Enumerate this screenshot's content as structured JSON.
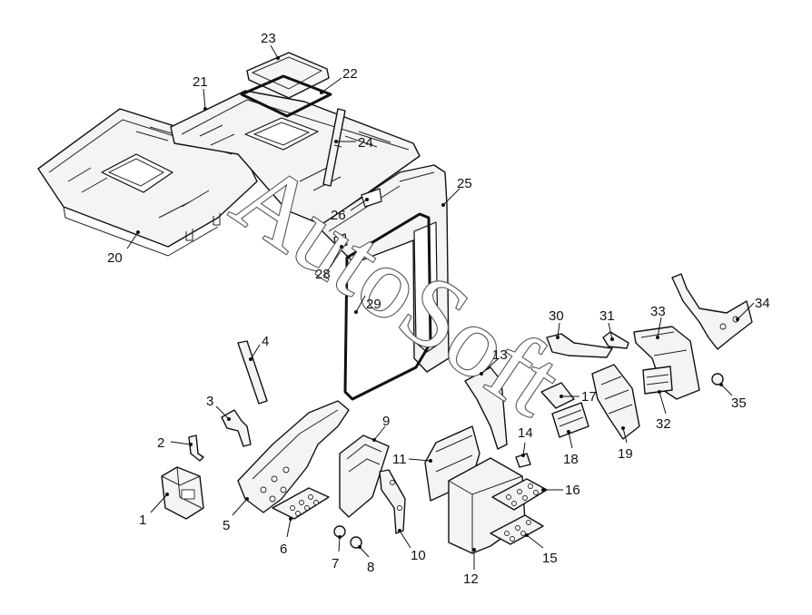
{
  "watermark": "AutoSoft",
  "callouts": [
    "1",
    "2",
    "3",
    "4",
    "5",
    "6",
    "7",
    "8",
    "9",
    "10",
    "11",
    "12",
    "13",
    "14",
    "15",
    "16",
    "17",
    "18",
    "19",
    "20",
    "21",
    "22",
    "23",
    "24",
    "25",
    "26",
    "28",
    "29",
    "30",
    "31",
    "32",
    "33",
    "34",
    "35"
  ]
}
